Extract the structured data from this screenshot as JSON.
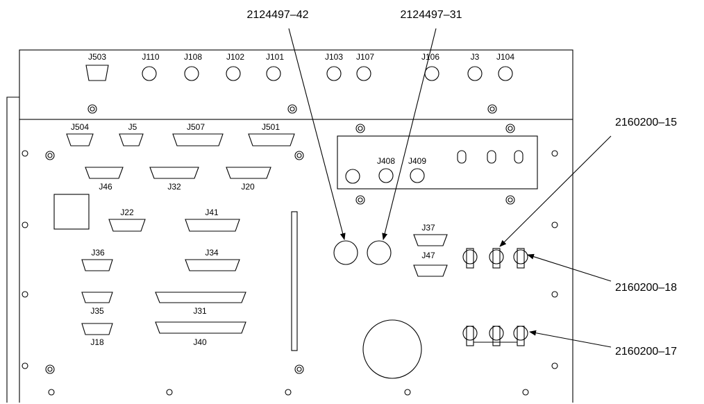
{
  "connectors": {
    "j503": "J503",
    "j110": "J110",
    "j108": "J108",
    "j102": "J102",
    "j101": "J101",
    "j103": "J103",
    "j107": "J107",
    "j106": "J106",
    "j3": "J3",
    "j104": "J104",
    "j504": "J504",
    "j5": "J5",
    "j507": "J507",
    "j501": "J501",
    "j46": "J46",
    "j32": "J32",
    "j20": "J20",
    "j408": "J408",
    "j409": "J409",
    "j22": "J22",
    "j41": "J41",
    "j36": "J36",
    "j34": "J34",
    "j37": "J37",
    "j47": "J47",
    "j35": "J35",
    "j31": "J31",
    "j18": "J18",
    "j40": "J40"
  },
  "callouts": {
    "c_2124497_42": "2124497–42",
    "c_2124497_31": "2124497–31",
    "c_2160200_15": "2160200–15",
    "c_2160200_18": "2160200–18",
    "c_2160200_17": "2160200–17"
  },
  "colors": {
    "line": "#000000",
    "background": "#ffffff"
  }
}
